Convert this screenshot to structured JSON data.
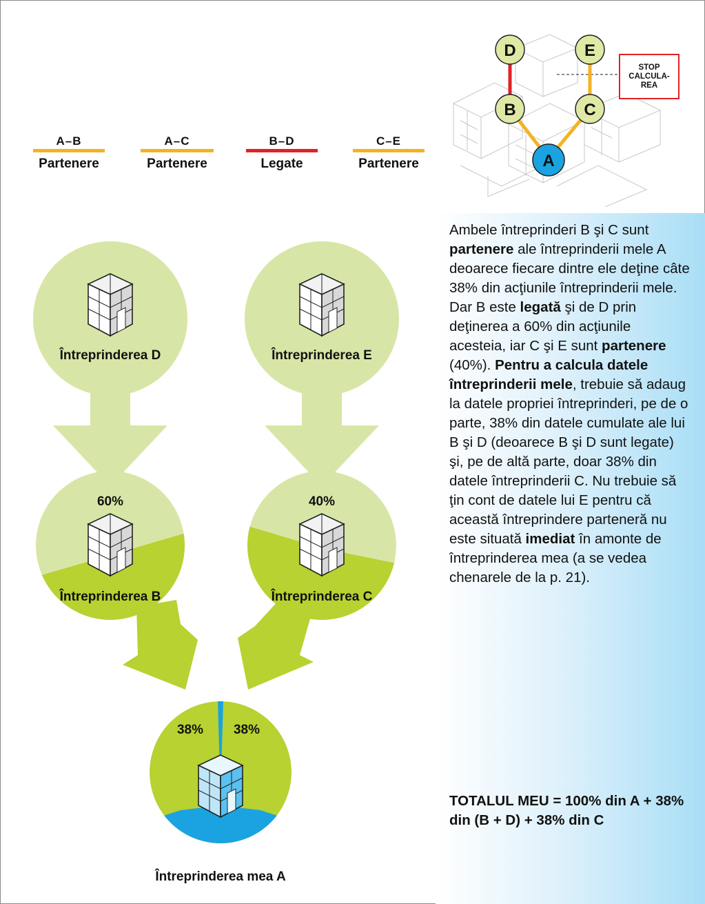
{
  "legend": [
    {
      "code": "A–B",
      "label": "Partenere",
      "color": "#f4b223"
    },
    {
      "code": "A–C",
      "label": "Partenere",
      "color": "#f4b223"
    },
    {
      "code": "B–D",
      "label": "Legate",
      "color": "#e02226"
    },
    {
      "code": "C–E",
      "label": "Partenere",
      "color": "#f4b223"
    }
  ],
  "mini_diagram": {
    "nodes": {
      "D": "D",
      "E": "E",
      "B": "B",
      "C": "C",
      "A": "A"
    },
    "stop_box": "STOP CALCULA- REA"
  },
  "companies": {
    "D": {
      "label": "Întreprinderea D"
    },
    "E": {
      "label": "Întreprinderea E"
    },
    "B": {
      "label": "Întreprinderea B",
      "pct": "60%"
    },
    "C": {
      "label": "Întreprinderea C",
      "pct": "40%"
    },
    "A": {
      "label": "Întreprinderea mea A",
      "pct_left": "38%",
      "pct_right": "38%"
    }
  },
  "description": {
    "p1": "Ambele întreprinderi B şi C sunt ",
    "b1": "partenere",
    "p2": " ale întreprinderii mele A deoarece fiecare dintre ele deţine câte 38% din acţiunile întreprinderii mele. Dar B este ",
    "b2": "legată",
    "p3": " şi de D prin deţinerea a 60% din acţiunile acesteia, iar  C şi E sunt ",
    "b3": "partenere",
    "p4": " (40%). ",
    "b4": "Pentru a calcula datele întreprinderii mele",
    "p5": ", trebuie să adaug la datele propriei întreprinderi, pe de o parte, 38% din datele cumulate ale lui B şi D (deoarece B şi D sunt legate) şi, pe de altă parte, doar 38% din datele întreprinderii C. Nu trebuie să ţin cont de datele lui E pentru că această întreprindere parteneră nu este situată ",
    "b5": "imediat",
    "p6": " în amonte de întreprinderea mea (a se vedea chenarele de la p. 21)."
  },
  "total": "TOTALUL MEU = 100% din A + 38% din (B + D) + 38% din C"
}
